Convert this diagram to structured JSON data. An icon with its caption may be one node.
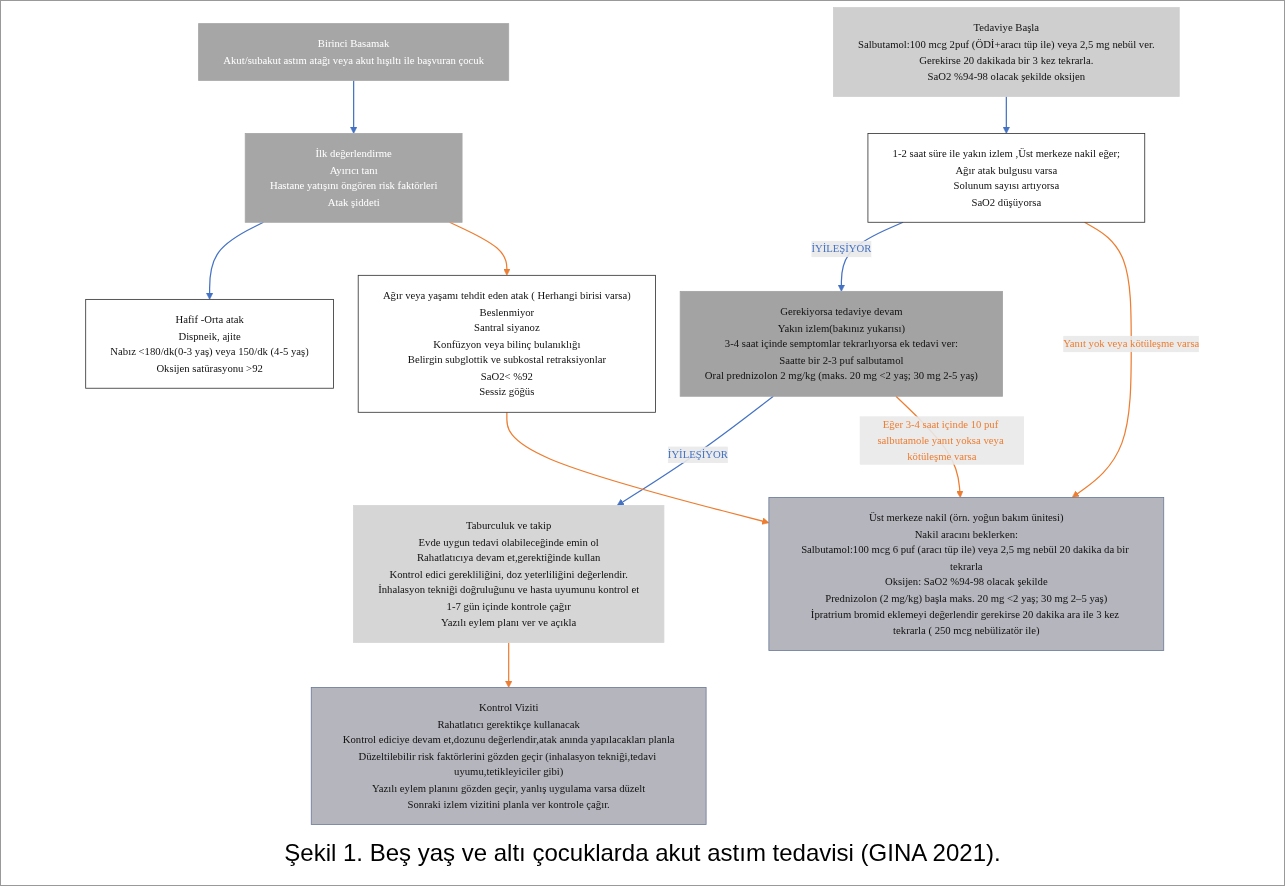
{
  "diagram": {
    "caption": "Şekil 1. Beş yaş ve altı çocuklarda akut astım tedavisi (GINA 2021).",
    "nodes": [
      {
        "text": [
          "Birinci Basamak",
          "Akut/subakut astım atağı veya akut hışıltı ile başvuran çocuk"
        ]
      },
      {
        "text": [
          "İlk değerlendirme",
          "Ayırıcı tanı",
          "Hastane yatışını öngören risk faktörleri",
          "Atak şiddeti"
        ]
      },
      {
        "text": [
          "Hafif -Orta atak",
          "Dispneik, ajite",
          "Nabız <180/dk(0-3 yaş) veya 150/dk (4-5 yaş)",
          "Oksijen satürasyonu >92"
        ]
      },
      {
        "text": [
          "Tedaviye Başla",
          "Salbutamol:100 mcg 2puf (ÖDİ+aracı tüp ile) veya 2,5 mg nebül ver.",
          "Gerekirse 20 dakikada bir 3 kez tekrarla.",
          "SaO2 %94-98 olacak şekilde oksijen"
        ]
      },
      {
        "text": [
          "1-2 saat süre ile yakın izlem ,Üst merkeze nakil eğer;",
          "Ağır atak bulgusu varsa",
          "Solunum sayısı artıyorsa",
          "SaO2 düşüyorsa"
        ]
      },
      {
        "text": [
          "Gerekiyorsa tedaviye devam",
          "Yakın izlem(bakınız yukarısı)",
          "3-4 saat içinde semptomlar tekrarlıyorsa ek tedavi ver:",
          "Saatte bir 2-3 puf salbutamol",
          "Oral prednizolon 2 mg/kg (maks. 20 mg <2 yaş; 30 mg 2-5 yaş)"
        ]
      },
      {
        "text": [
          "Taburculuk ve takip",
          "Evde uygun tedavi olabileceğinde emin ol",
          "Rahatlatıcıya devam et,gerektiğinde kullan",
          "Kontrol edici gerekliliğini, doz yeterliliğini değerlendir.",
          "İnhalasyon tekniği doğruluğunu ve hasta uyumunu kontrol et",
          "1-7 gün içinde kontrole çağır",
          "Yazılı eylem planı ver ve açıkla"
        ]
      },
      {
        "text": [
          "Ağır veya yaşamı tehdit eden atak ( Herhangi birisi varsa)",
          "Beslenmiyor",
          "Santral siyanoz",
          "Konfüzyon veya bilinç bulanıklığı",
          "Belirgin subglottik ve subkostal retraksiyonlar",
          "SaO2< %92",
          "Sessiz göğüs"
        ]
      },
      {
        "text": [
          "Üst merkeze nakil (örn. yoğun bakım ünitesi)",
          "Nakil aracını beklerken:",
          "Salbutamol:100 mcg 6 puf (aracı tüp ile) veya 2,5 mg nebül 20 dakika da bir tekrarla",
          "Oksijen: SaO2 %94-98 olacak şekilde",
          "Prednizolon (2 mg/kg) başla maks. 20 mg <2 yaş; 30 mg 2–5 yaş)",
          "İpratrium bromid eklemeyi değerlendir gerekirse 20 dakika ara ile 3 kez tekrarla ( 250 mcg nebülizatör ile)"
        ]
      },
      {
        "text": [
          "Kontrol Viziti",
          "Rahatlatıcı gerektikçe kullanacak",
          "Kontrol ediciye devam et,dozunu değerlendir,atak anında yapılacakları planla",
          "Düzeltilebilir risk faktörlerini gözden geçir (inhalasyon tekniği,tedavi uyumu,tetikleyiciler gibi)",
          "Yazılı eylem planını gözden geçir, yanlış uygulama varsa düzelt",
          "Sonraki izlem vizitini planla ver kontrole çağır."
        ]
      }
    ],
    "edges": [
      {
        "from": 0,
        "to": 1,
        "arrow": "to",
        "color": "#4472c4"
      },
      {
        "from": 1,
        "to": 2,
        "arrow": "to",
        "color": "#4472c4"
      },
      {
        "from": 1,
        "to": 7,
        "arrow": "to",
        "color": "#ed7d31"
      },
      {
        "from": 3,
        "to": 4,
        "arrow": "to",
        "color": "#4472c4"
      },
      {
        "from": 4,
        "to": 5,
        "label": "İYİLEŞİYOR",
        "arrow": "to",
        "color": "#4472c4"
      },
      {
        "from": 5,
        "to": 6,
        "label": "İYİLEŞİYOR",
        "arrow": "to",
        "color": "#4472c4"
      },
      {
        "from": 7,
        "to": 8,
        "arrow": "to",
        "color": "#ed7d31"
      },
      {
        "from": 4,
        "to": 8,
        "label": "Yanıt yok veya kötüleşme varsa",
        "arrow": "to",
        "color": "#ed7d31"
      },
      {
        "from": 5,
        "to": 8,
        "label": "Eğer 3-4 saat içinde 10 puf salbutamole yanıt yoksa veya kötüleşme varsa",
        "arrow": "to",
        "color": "#ed7d31"
      },
      {
        "from": 6,
        "to": 9,
        "arrow": "to",
        "color": "#ed7d31"
      }
    ]
  }
}
